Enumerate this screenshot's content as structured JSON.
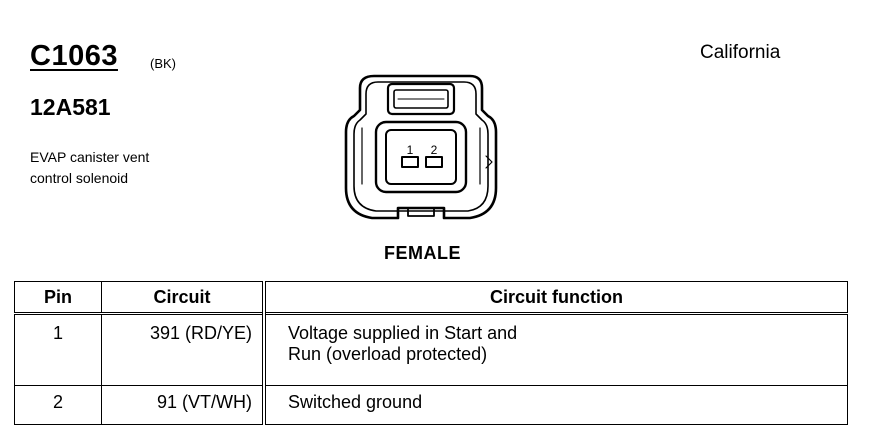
{
  "connector": {
    "id": "C1063",
    "color_code": "(BK)",
    "part_number": "12A581",
    "description_line1": "EVAP canister vent",
    "description_line2": "control solenoid",
    "region": "California",
    "gender": "FEMALE",
    "cavity_labels": [
      "1",
      "2"
    ]
  },
  "table": {
    "headers": {
      "pin": "Pin",
      "circuit": "Circuit",
      "function": "Circuit function"
    },
    "rows": [
      {
        "pin": "1",
        "circuit": "391 (RD/YE)",
        "function_line1": "Voltage supplied in Start and",
        "function_line2": "Run (overload protected)"
      },
      {
        "pin": "2",
        "circuit": "91 (VT/WH)",
        "function_line1": "Switched ground"
      }
    ]
  }
}
